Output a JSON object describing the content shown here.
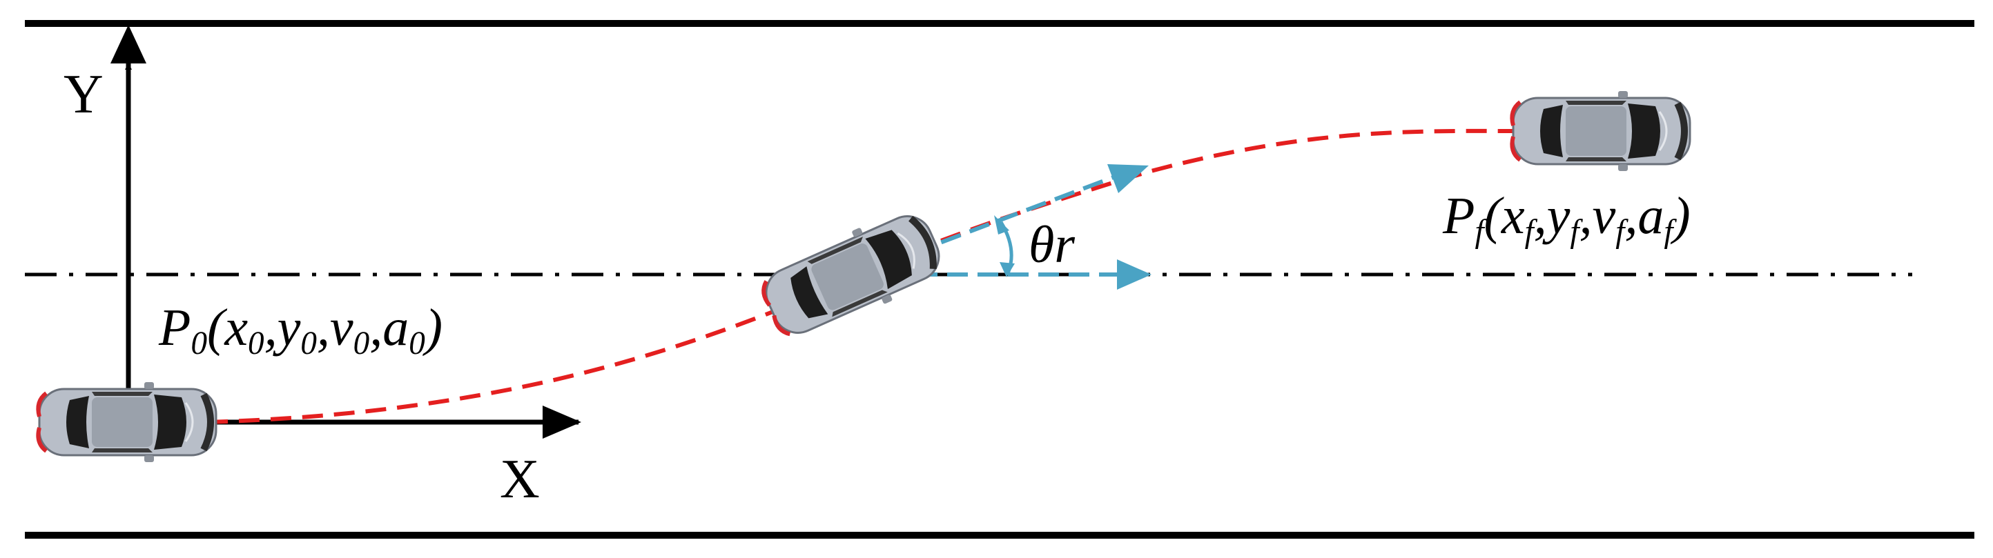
{
  "axes": {
    "x_label": "X",
    "y_label": "Y"
  },
  "start_point": {
    "symbol": "P",
    "subscript": "0",
    "open": "(",
    "x": "x",
    "y": "y",
    "v": "v",
    "a": "a",
    "sep": ",",
    "close": ")"
  },
  "final_point": {
    "symbol": "P",
    "subscript": "f",
    "open": "(",
    "x": "x",
    "y": "y",
    "v": "v",
    "a": "a",
    "sep": ",",
    "close": ")"
  },
  "angle_label": "θr",
  "colors": {
    "road_edge": "#000000",
    "centerline": "#000000",
    "trajectory": "#e41f1f",
    "heading": "#4aa3c4",
    "car_body": "#b4bac4",
    "car_glass": "#1c1c1c",
    "car_roof": "#9aa1ab",
    "tail_light": "#d8262b"
  }
}
